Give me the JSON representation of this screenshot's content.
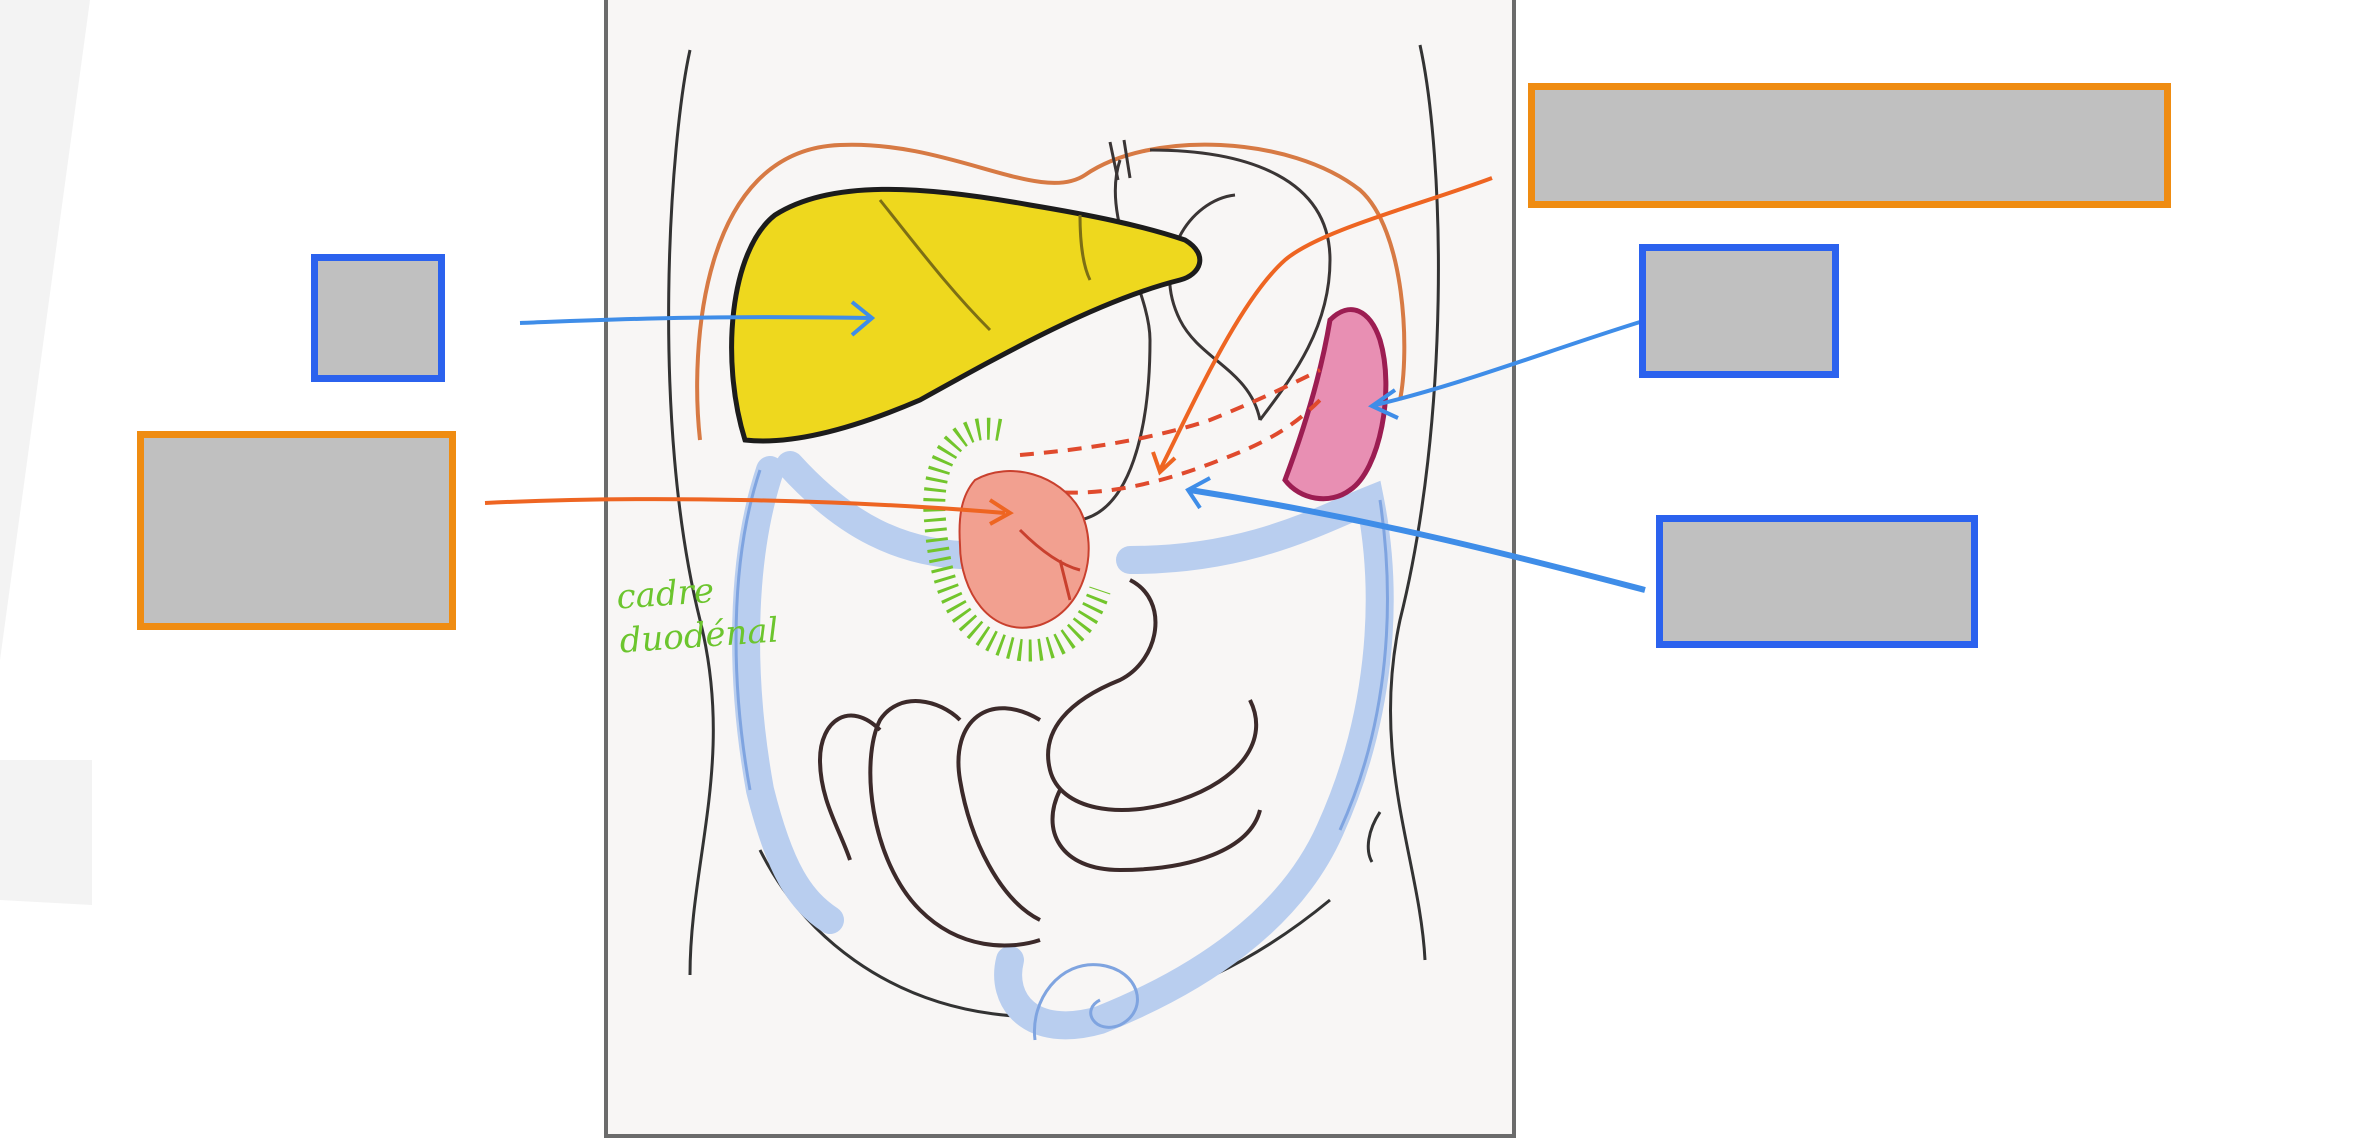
{
  "diagram": {
    "annotation": {
      "line1": "cadre",
      "line2": "duodénal"
    },
    "colors": {
      "liver": "#eed81e",
      "spleen": "#e88fb3",
      "duodenal_frame": "#72c52c",
      "pancreas_head": "#f2a090",
      "colon": "#b9ceef",
      "blue_label": "#2b62ee",
      "orange_label": "#ef8c12",
      "box_fill": "#c0c0c0",
      "drawing_bg": "#f8f6f5"
    },
    "label_boxes": [
      {
        "id": "label-liver",
        "text": ""
      },
      {
        "id": "label-pancreas-head",
        "text": ""
      },
      {
        "id": "label-pancreas",
        "text": ""
      },
      {
        "id": "label-spleen",
        "text": ""
      },
      {
        "id": "label-duodenum",
        "text": ""
      }
    ]
  }
}
